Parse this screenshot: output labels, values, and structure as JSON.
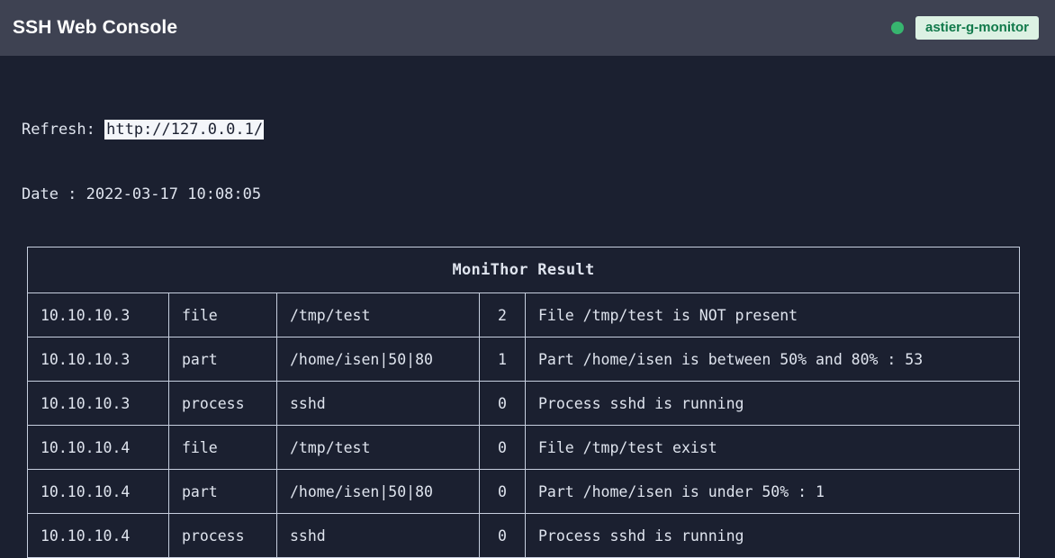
{
  "header": {
    "title": "SSH Web Console",
    "status_dot_color": "#37b56f",
    "host_badge": "astier-g-monitor",
    "badge_bg": "#dcf1e3",
    "badge_fg": "#11794a"
  },
  "info": {
    "refresh_label": "Refresh: ",
    "refresh_url": "http://127.0.0.1/",
    "date_label": "Date : ",
    "date_value": "2022-03-17 10:08:05"
  },
  "table": {
    "title": "MoniThor Result",
    "rows": [
      {
        "host": "10.10.10.3",
        "type": "file",
        "target": "/tmp/test",
        "code": "2",
        "message": "File /tmp/test is NOT present"
      },
      {
        "host": "10.10.10.3",
        "type": "part",
        "target": "/home/isen|50|80",
        "code": "1",
        "message": "Part /home/isen is between 50% and 80% : 53"
      },
      {
        "host": "10.10.10.3",
        "type": "process",
        "target": "sshd",
        "code": "0",
        "message": "Process sshd is running"
      },
      {
        "host": "10.10.10.4",
        "type": "file",
        "target": "/tmp/test",
        "code": "0",
        "message": "File /tmp/test exist"
      },
      {
        "host": "10.10.10.4",
        "type": "part",
        "target": "/home/isen|50|80",
        "code": "0",
        "message": "Part /home/isen is under 50% : 1"
      },
      {
        "host": "10.10.10.4",
        "type": "process",
        "target": "sshd",
        "code": "0",
        "message": "Process sshd is running"
      }
    ]
  },
  "theme": {
    "page_bg": "#1b2030",
    "topbar_bg": "#3e4252",
    "text": "#dfe4ee",
    "border": "#c6cede"
  }
}
